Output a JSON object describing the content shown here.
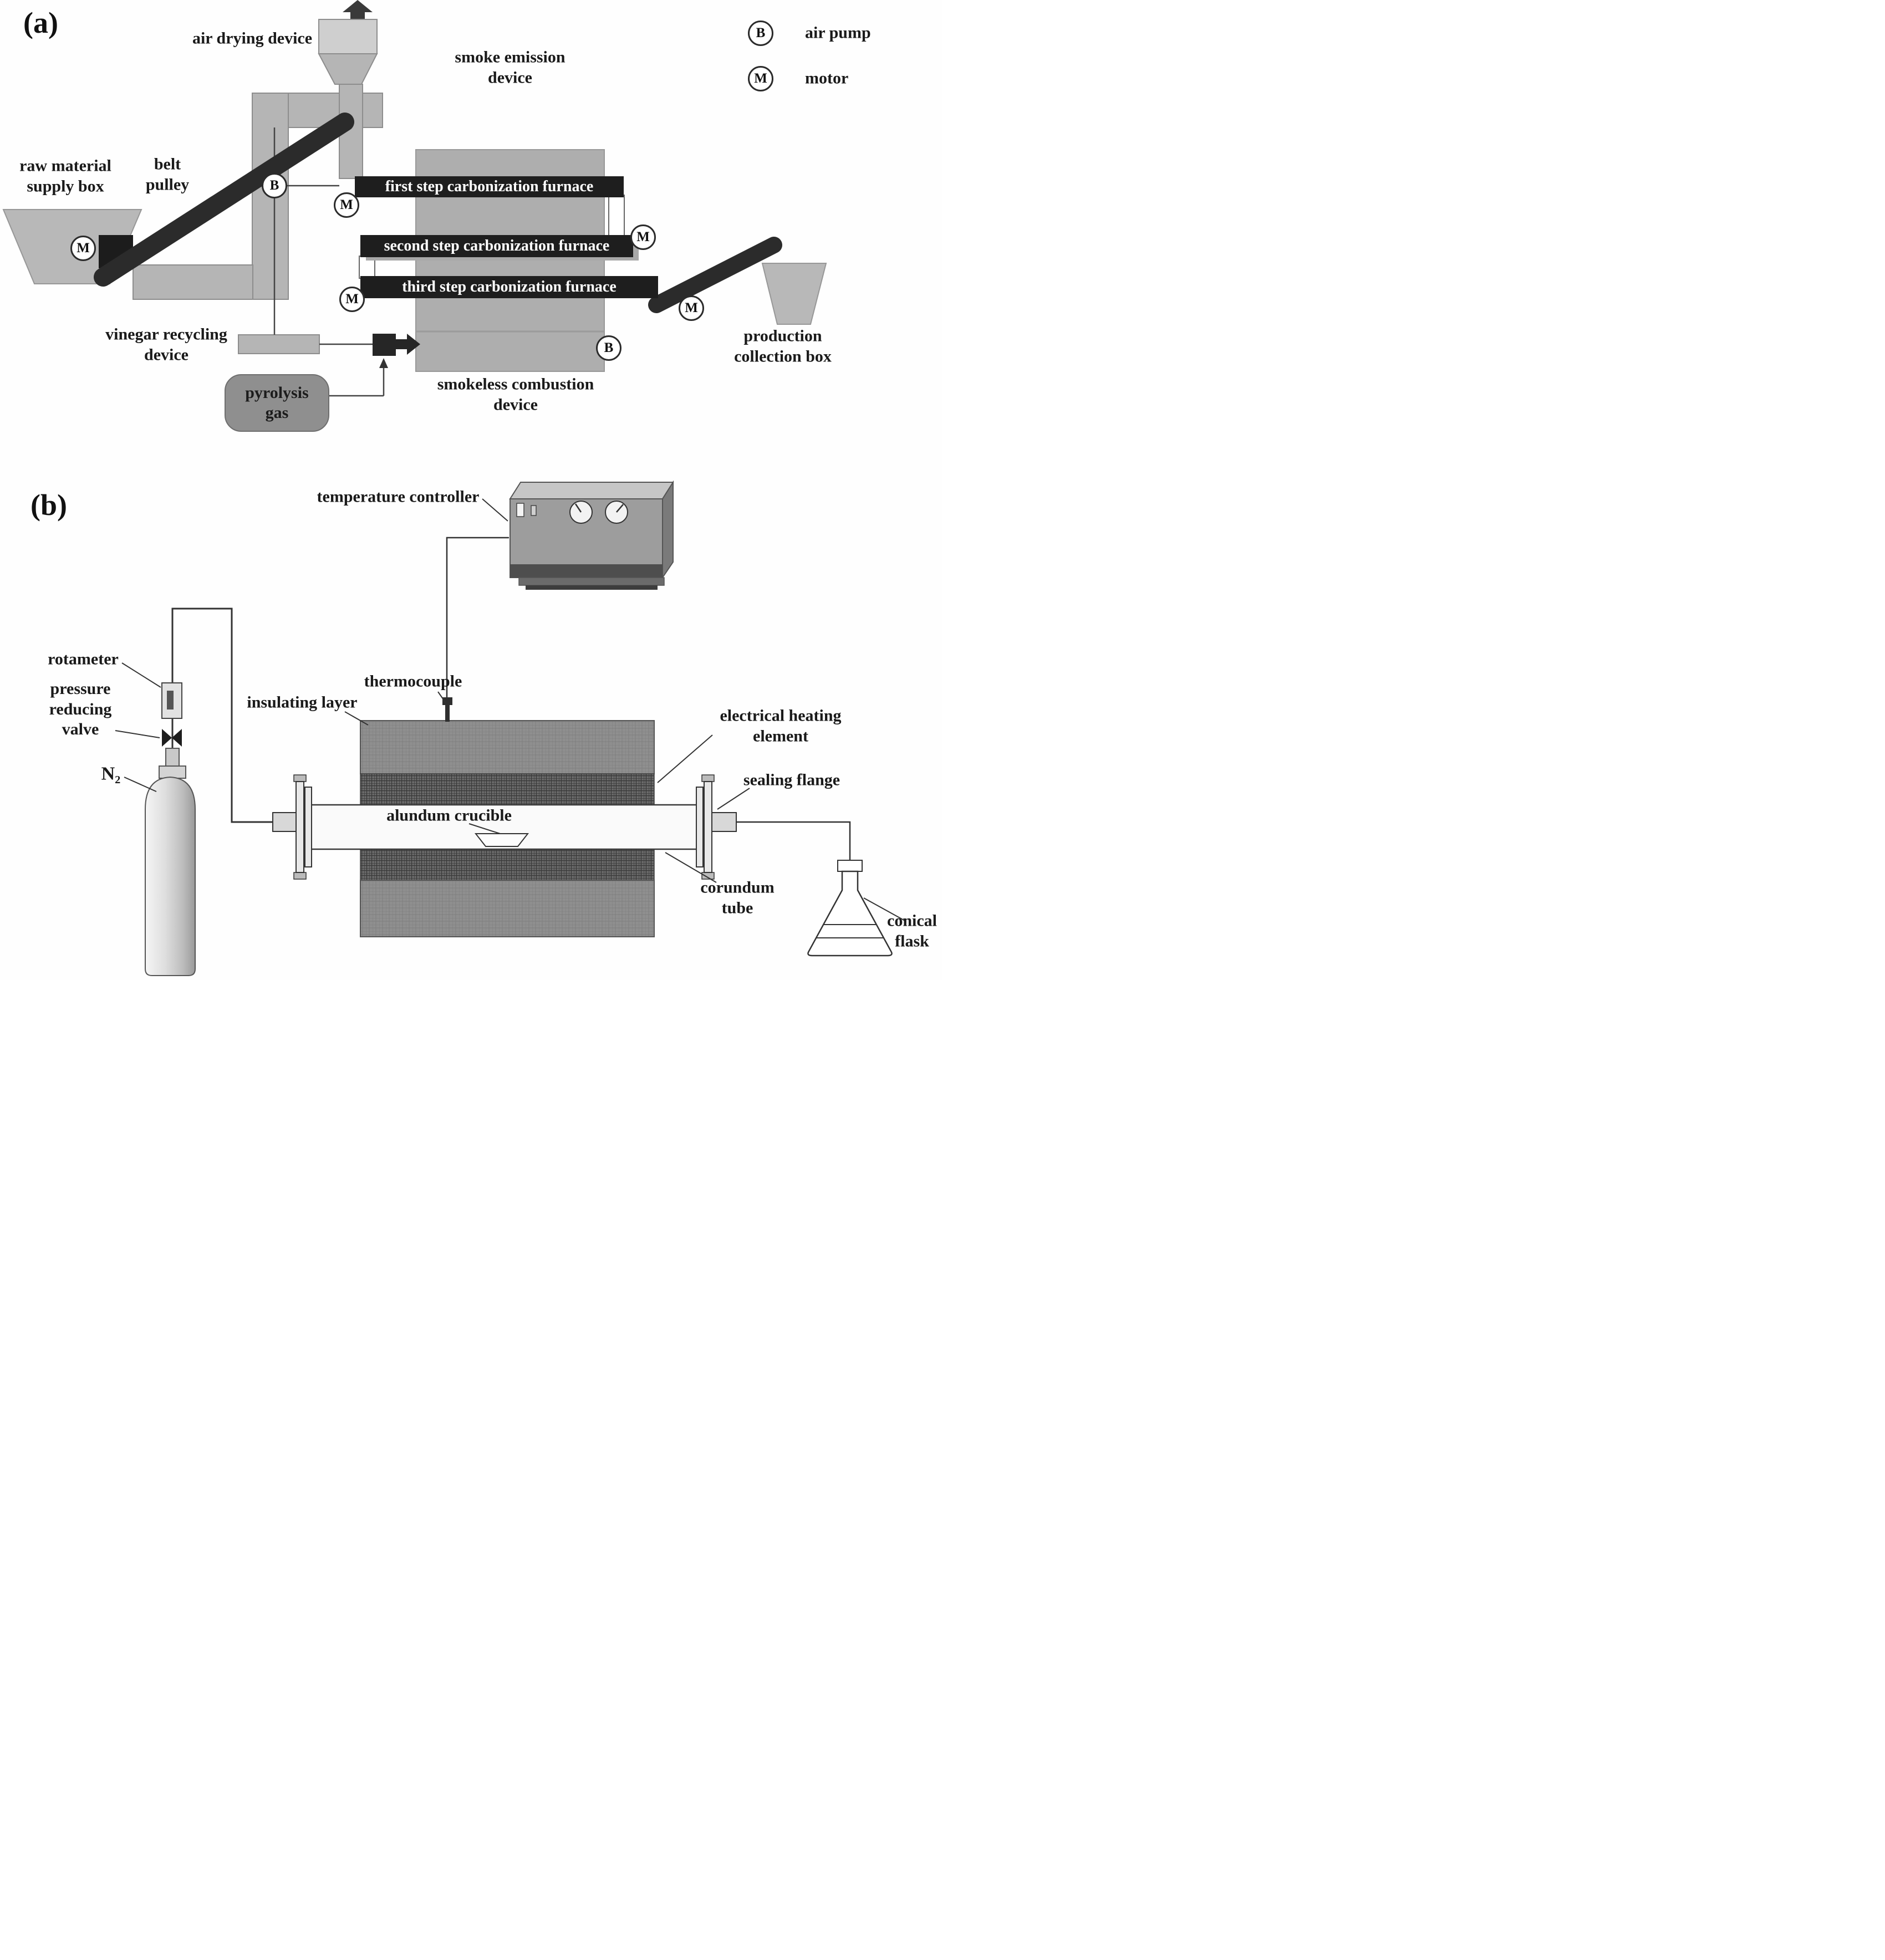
{
  "panel_a": {
    "tag": "(a)",
    "legend": {
      "air_pump_symbol": "B",
      "air_pump_label": "air pump",
      "motor_symbol": "M",
      "motor_label": "motor"
    },
    "labels": {
      "air_drying_device": "air drying device",
      "smoke_emission_device": "smoke emission\ndevice",
      "raw_material_supply_box": "raw material\nsupply box",
      "belt_pulley": "belt\npulley",
      "vinegar_recycling_device": "vinegar recycling\ndevice",
      "pyrolysis_gas": "pyrolysis\ngas",
      "smokeless_combustion_device": "smokeless combustion\ndevice",
      "production_collection_box": "production\ncollection box"
    },
    "furnaces": [
      "first step carbonization furnace",
      "second step carbonization furnace",
      "third step carbonization furnace"
    ],
    "symbols": {
      "air_pump": "B",
      "motor": "M"
    }
  },
  "panel_b": {
    "tag": "(b)",
    "labels": {
      "temperature_controller": "temperature controller",
      "rotameter": "rotameter",
      "pressure_reducing_valve": "pressure\nreducing\nvalve",
      "nitrogen": "N₂",
      "insulating_layer": "insulating layer",
      "thermocouple": "thermocouple",
      "electrical_heating_element": "electrical heating element",
      "sealing_flange": "sealing flange",
      "alundum_crucible": "alundum crucible",
      "corundum_tube": "corundum\ntube",
      "conical_flask": "conical\nflask"
    }
  },
  "colors": {
    "background": "#fefefe",
    "dark_element": "#1f1f1f",
    "mid_gray": "#aeaeae",
    "light_gray": "#cfcfcf",
    "text": "#1a1a1a"
  }
}
